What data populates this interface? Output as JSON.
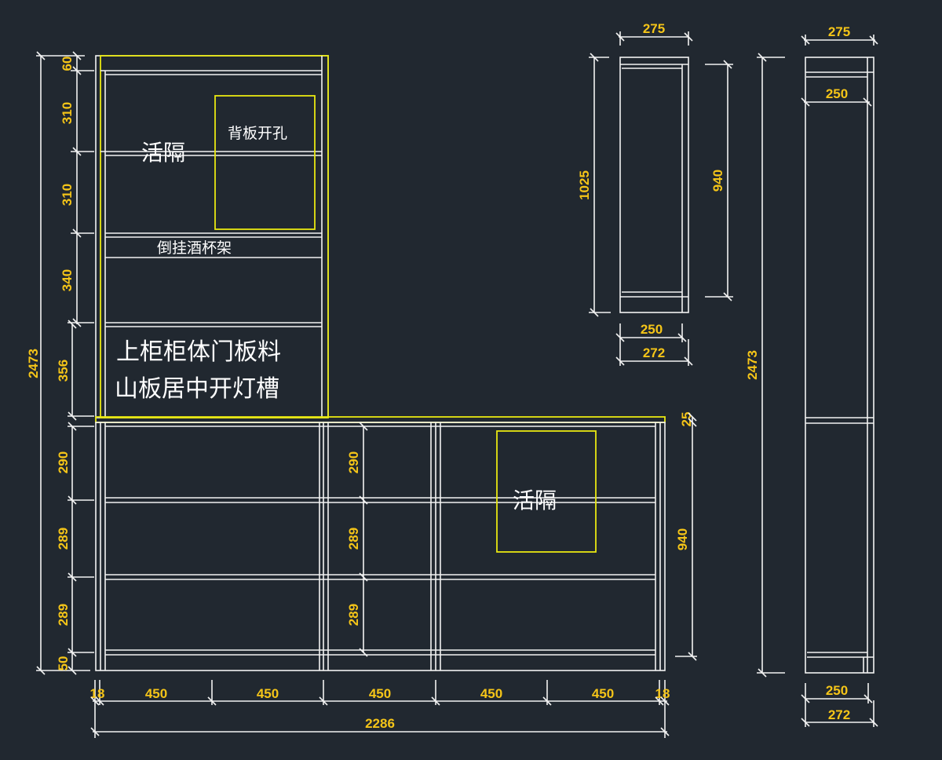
{
  "colors": {
    "background": "#212830",
    "line": "#f2f2f2",
    "highlight": "#e8e812",
    "dimension_text": "#f5c518"
  },
  "front_view": {
    "labels": {
      "upper_adjustable_shelf": "活隔",
      "back_panel_hole": "背板开孔",
      "hanging_glass_rack": "倒挂酒杯架",
      "upper_material_note_1": "上柜柜体门板料",
      "upper_material_note_2": "山板居中开灯槽",
      "lower_adjustable_shelf": "活隔"
    },
    "overall_height": "2473",
    "upper_heights": [
      "60",
      "310",
      "310",
      "340",
      "356"
    ],
    "lower_heights_left": [
      "290",
      "289",
      "289",
      "50"
    ],
    "lower_heights_middle": [
      "290",
      "289",
      "289"
    ],
    "countertop_thickness": "25",
    "lower_height_right": "940",
    "widths": [
      "18",
      "450",
      "450",
      "450",
      "450",
      "450",
      "18"
    ],
    "overall_width": "2286"
  },
  "side_view_upper": {
    "top_width": "275",
    "overall_height": "1025",
    "inner_height": "940",
    "inner_depth": "250",
    "bottom_depth": "272"
  },
  "side_view_full": {
    "top_width": "275",
    "inner_width": "250",
    "overall_height": "2473",
    "inner_depth": "250",
    "bottom_depth": "272"
  }
}
